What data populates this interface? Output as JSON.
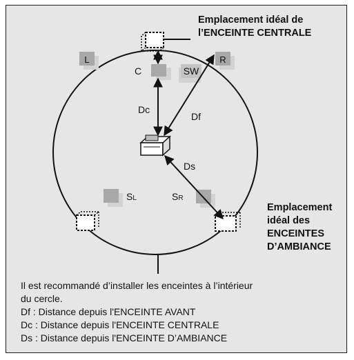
{
  "captions": {
    "center_line1": "Emplacement idéal de",
    "center_line2": "l’ENCEINTE CENTRALE",
    "surround_line1": "Emplacement",
    "surround_line2": "idéal des",
    "surround_line3": "ENCEINTES",
    "surround_line4": "D’AMBIANCE"
  },
  "speakers": {
    "left": "L",
    "right": "R",
    "center": "C",
    "subwoofer": "SW",
    "surround_left_main": "S",
    "surround_left_sub": "L",
    "surround_right_main": "S",
    "surround_right_sub": "R"
  },
  "distances": {
    "dc": "Dc",
    "df": "Df",
    "ds": "Ds"
  },
  "notes": {
    "line1": "Il est recommandé d’installer les enceintes à l’intérieur",
    "line2": "du cercle.",
    "line3": "Df : Distance depuis l'ENCEINTE AVANT",
    "line4": "Dc : Distance depuis l'ENCEINTE CENTRALE",
    "line5": "Ds : Distance depuis l'ENCEINTE D’AMBIANCE"
  },
  "colors": {
    "background": "#e6e6e6",
    "speaker_fill": "#a8a8a8",
    "speaker_shadow": "#d2d2d2",
    "line": "#111111"
  }
}
